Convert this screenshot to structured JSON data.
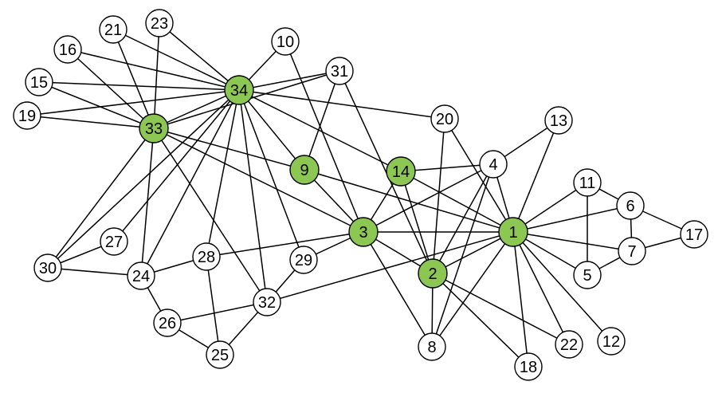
{
  "graph": {
    "colors": {
      "highlight": "#8cc653",
      "default": "#ffffff",
      "stroke": "#000000"
    },
    "nodes": [
      {
        "id": "1",
        "highlighted": true
      },
      {
        "id": "2",
        "highlighted": true
      },
      {
        "id": "3",
        "highlighted": true
      },
      {
        "id": "4",
        "highlighted": false
      },
      {
        "id": "5",
        "highlighted": false
      },
      {
        "id": "6",
        "highlighted": false
      },
      {
        "id": "7",
        "highlighted": false
      },
      {
        "id": "8",
        "highlighted": false
      },
      {
        "id": "9",
        "highlighted": true
      },
      {
        "id": "10",
        "highlighted": false
      },
      {
        "id": "11",
        "highlighted": false
      },
      {
        "id": "12",
        "highlighted": false
      },
      {
        "id": "13",
        "highlighted": false
      },
      {
        "id": "14",
        "highlighted": true
      },
      {
        "id": "15",
        "highlighted": false
      },
      {
        "id": "16",
        "highlighted": false
      },
      {
        "id": "17",
        "highlighted": false
      },
      {
        "id": "18",
        "highlighted": false
      },
      {
        "id": "19",
        "highlighted": false
      },
      {
        "id": "20",
        "highlighted": false
      },
      {
        "id": "21",
        "highlighted": false
      },
      {
        "id": "22",
        "highlighted": false
      },
      {
        "id": "23",
        "highlighted": false
      },
      {
        "id": "24",
        "highlighted": false
      },
      {
        "id": "25",
        "highlighted": false
      },
      {
        "id": "26",
        "highlighted": false
      },
      {
        "id": "27",
        "highlighted": false
      },
      {
        "id": "28",
        "highlighted": false
      },
      {
        "id": "29",
        "highlighted": false
      },
      {
        "id": "30",
        "highlighted": false
      },
      {
        "id": "31",
        "highlighted": false
      },
      {
        "id": "32",
        "highlighted": false
      },
      {
        "id": "33",
        "highlighted": true
      },
      {
        "id": "34",
        "highlighted": true
      }
    ],
    "edges": [
      [
        "1",
        "2"
      ],
      [
        "1",
        "3"
      ],
      [
        "1",
        "4"
      ],
      [
        "1",
        "5"
      ],
      [
        "1",
        "6"
      ],
      [
        "1",
        "7"
      ],
      [
        "1",
        "8"
      ],
      [
        "1",
        "9"
      ],
      [
        "1",
        "11"
      ],
      [
        "1",
        "12"
      ],
      [
        "1",
        "13"
      ],
      [
        "1",
        "14"
      ],
      [
        "1",
        "18"
      ],
      [
        "1",
        "20"
      ],
      [
        "1",
        "22"
      ],
      [
        "1",
        "32"
      ],
      [
        "2",
        "3"
      ],
      [
        "2",
        "4"
      ],
      [
        "2",
        "8"
      ],
      [
        "2",
        "14"
      ],
      [
        "2",
        "18"
      ],
      [
        "2",
        "20"
      ],
      [
        "2",
        "22"
      ],
      [
        "2",
        "31"
      ],
      [
        "3",
        "4"
      ],
      [
        "3",
        "8"
      ],
      [
        "3",
        "9"
      ],
      [
        "3",
        "10"
      ],
      [
        "3",
        "14"
      ],
      [
        "3",
        "28"
      ],
      [
        "3",
        "29"
      ],
      [
        "3",
        "33"
      ],
      [
        "4",
        "8"
      ],
      [
        "4",
        "13"
      ],
      [
        "4",
        "14"
      ],
      [
        "5",
        "7"
      ],
      [
        "5",
        "11"
      ],
      [
        "6",
        "7"
      ],
      [
        "6",
        "11"
      ],
      [
        "6",
        "17"
      ],
      [
        "7",
        "17"
      ],
      [
        "9",
        "31"
      ],
      [
        "9",
        "33"
      ],
      [
        "9",
        "34"
      ],
      [
        "10",
        "34"
      ],
      [
        "14",
        "34"
      ],
      [
        "15",
        "33"
      ],
      [
        "15",
        "34"
      ],
      [
        "16",
        "33"
      ],
      [
        "16",
        "34"
      ],
      [
        "19",
        "33"
      ],
      [
        "19",
        "34"
      ],
      [
        "20",
        "34"
      ],
      [
        "21",
        "33"
      ],
      [
        "21",
        "34"
      ],
      [
        "23",
        "33"
      ],
      [
        "23",
        "34"
      ],
      [
        "24",
        "26"
      ],
      [
        "24",
        "28"
      ],
      [
        "24",
        "30"
      ],
      [
        "24",
        "33"
      ],
      [
        "24",
        "34"
      ],
      [
        "25",
        "26"
      ],
      [
        "25",
        "28"
      ],
      [
        "25",
        "32"
      ],
      [
        "26",
        "32"
      ],
      [
        "27",
        "30"
      ],
      [
        "27",
        "34"
      ],
      [
        "28",
        "34"
      ],
      [
        "29",
        "32"
      ],
      [
        "29",
        "34"
      ],
      [
        "30",
        "33"
      ],
      [
        "30",
        "34"
      ],
      [
        "31",
        "33"
      ],
      [
        "31",
        "34"
      ],
      [
        "32",
        "33"
      ],
      [
        "32",
        "34"
      ],
      [
        "33",
        "34"
      ]
    ]
  }
}
